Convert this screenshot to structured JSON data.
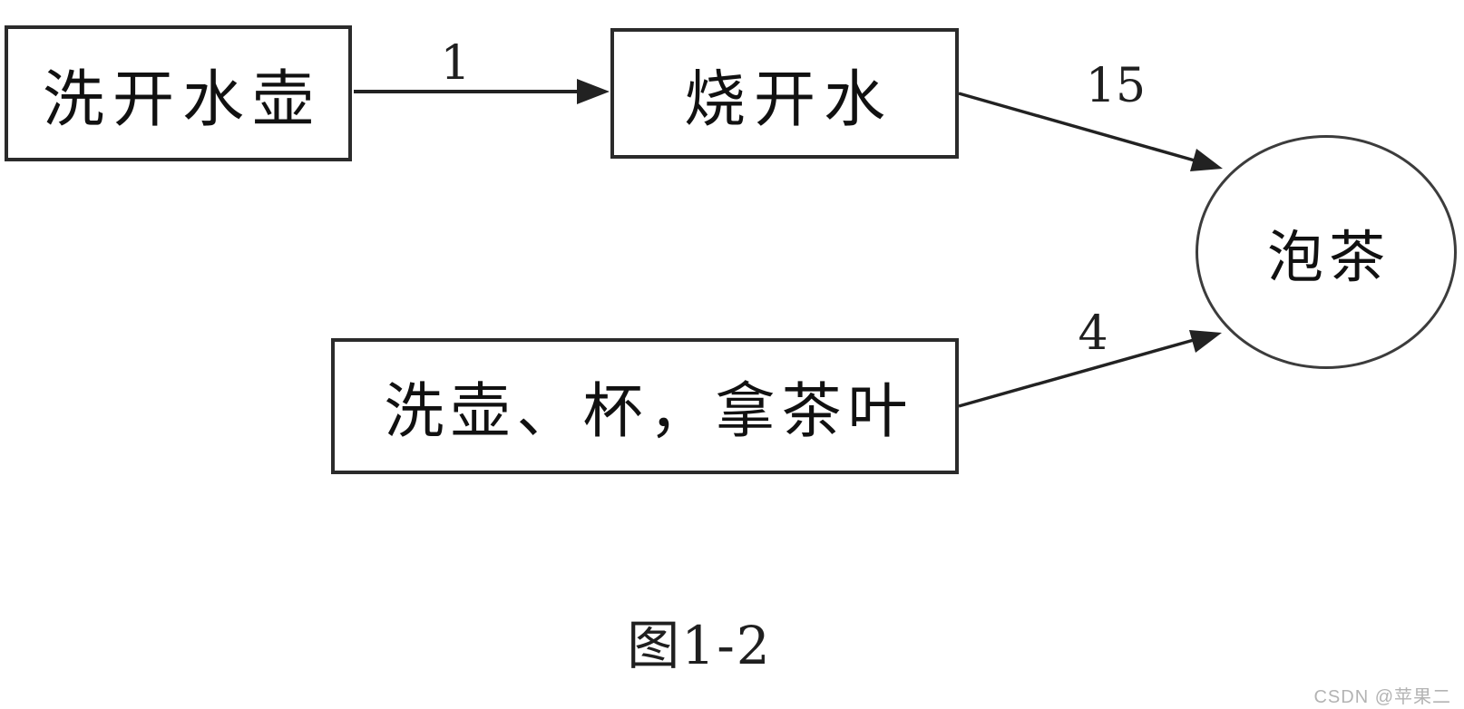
{
  "diagram": {
    "type": "flowchart",
    "nodes": {
      "wash_kettle": {
        "label": "洗开水壶",
        "shape": "rect"
      },
      "boil_water": {
        "label": "烧开水",
        "shape": "rect"
      },
      "wash_pot_cup_tea": {
        "label": "洗壶、杯，拿茶叶",
        "shape": "rect"
      },
      "brew_tea": {
        "label": "泡茶",
        "shape": "circle"
      }
    },
    "edges": {
      "wash_to_boil": {
        "from": "洗开水壶",
        "to": "烧开水",
        "label": "1"
      },
      "boil_to_brew": {
        "from": "烧开水",
        "to": "泡茶",
        "label": "15"
      },
      "prep_to_brew": {
        "from": "洗壶、杯，拿茶叶",
        "to": "泡茶",
        "label": "4"
      }
    },
    "caption": "图1-2",
    "watermark": "CSDN @苹果二",
    "colors": {
      "line": "#222222",
      "background": "#ffffff",
      "watermark_text": "#b3b3b3"
    }
  }
}
